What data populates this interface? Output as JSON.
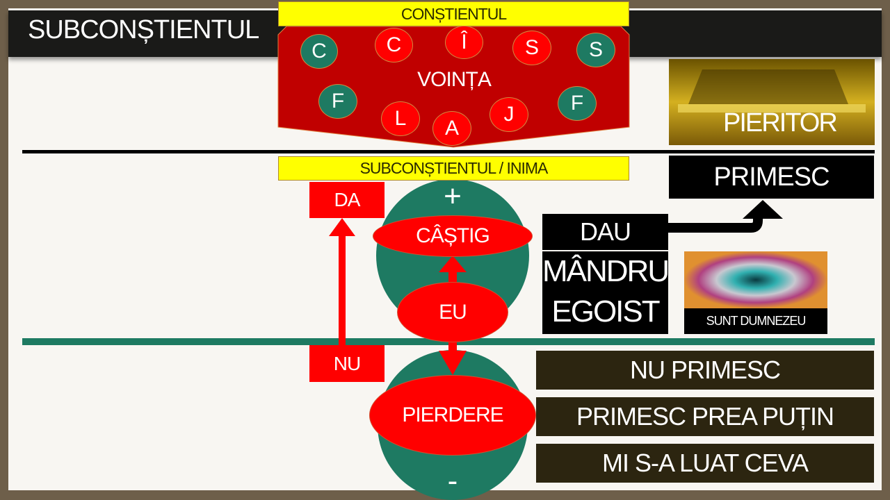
{
  "title": "SUBCONȘTIENTUL",
  "constient_label": "CONȘTIENTUL",
  "vointa_label": "VOINȚA",
  "vointa_circles": [
    {
      "letter": "C",
      "color": "green"
    },
    {
      "letter": "C",
      "color": "red"
    },
    {
      "letter": "Î",
      "color": "red"
    },
    {
      "letter": "S",
      "color": "red"
    },
    {
      "letter": "S",
      "color": "green"
    },
    {
      "letter": "F",
      "color": "green"
    },
    {
      "letter": "L",
      "color": "red"
    },
    {
      "letter": "A",
      "color": "red"
    },
    {
      "letter": "J",
      "color": "red"
    },
    {
      "letter": "F",
      "color": "green"
    }
  ],
  "subconstient_label": "SUBCONȘTIENTUL / INIMA",
  "da": "DA",
  "nu": "NU",
  "plus": "+",
  "minus": "-",
  "castig": "CÂȘTIG",
  "eu": "EU",
  "pierdere": "PIERDERE",
  "pieritor": "PIERITOR",
  "primesc": "PRIMESC",
  "dau": "DAU",
  "mandru": "MÂNDRU",
  "egoist": "EGOIST",
  "sunt_dumnezeu": "SUNT DUMNEZEU",
  "losses": [
    "NU PRIMESC",
    "PRIMESC PREA PUȚIN",
    "MI S-A LUAT CEVA"
  ],
  "colors": {
    "green": "#1e7a62",
    "red": "#ff0000",
    "dark_red": "#c00000",
    "yellow": "#ffff00"
  }
}
